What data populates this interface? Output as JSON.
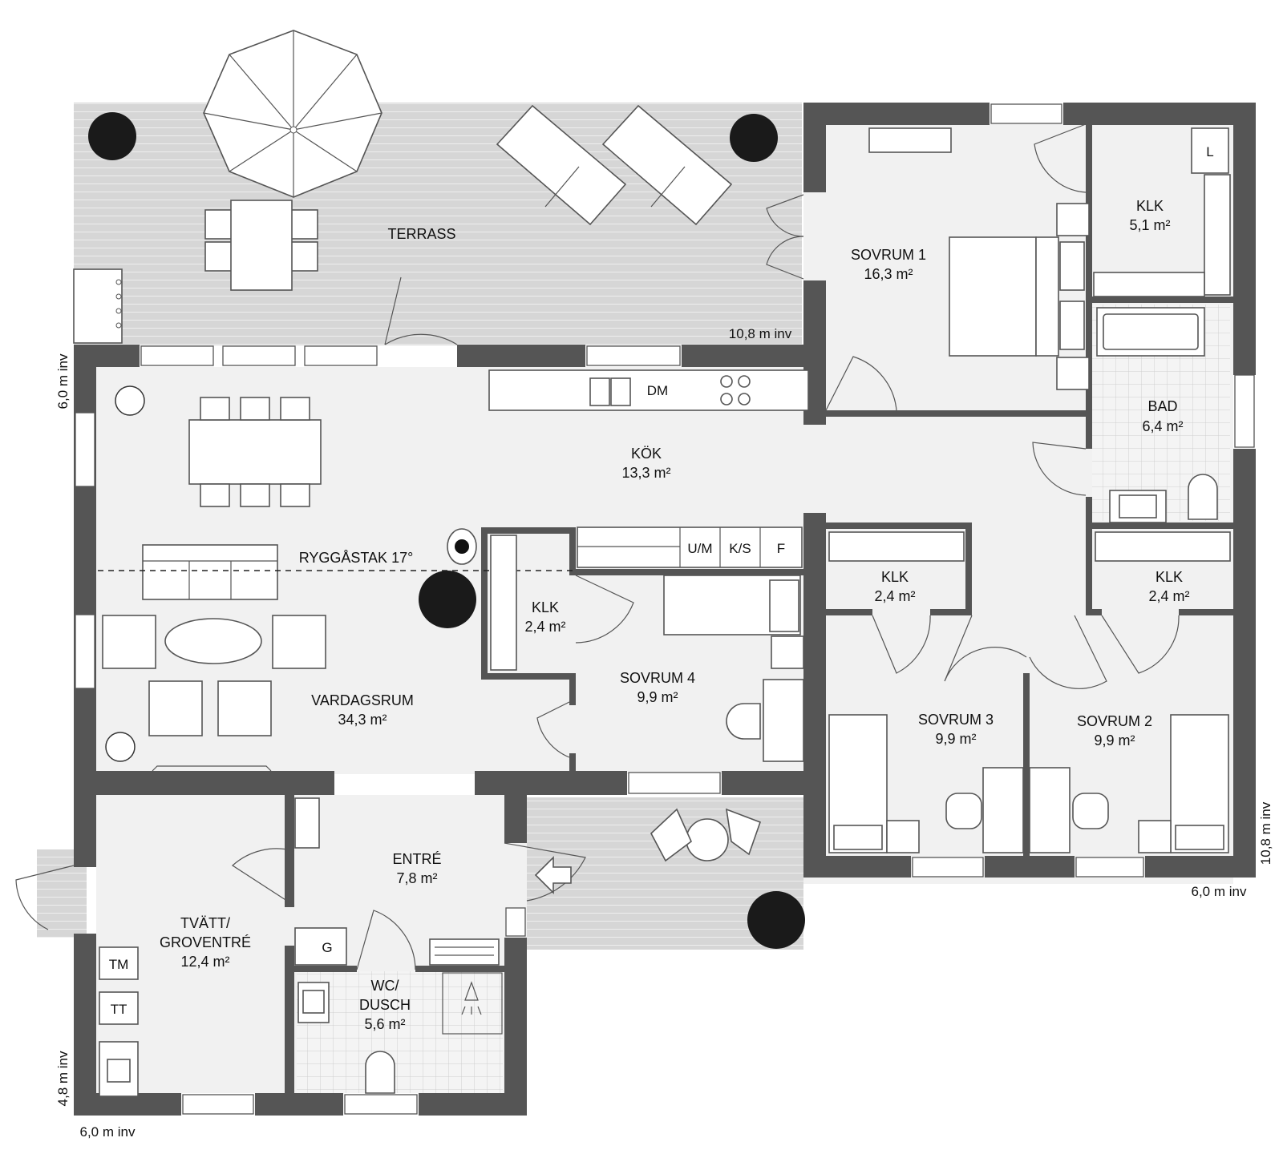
{
  "rooms": {
    "terrass": "TERRASS",
    "sovrum1": {
      "name": "SOVRUM 1",
      "area": "16,3 m²"
    },
    "klk_master": {
      "name": "KLK",
      "area": "5,1 m²"
    },
    "bad": {
      "name": "BAD",
      "area": "6,4 m²"
    },
    "kok": {
      "name": "KÖK",
      "area": "13,3 m²"
    },
    "ryggastak": "RYGGÅSTAK 17°",
    "klk_center": {
      "name": "KLK",
      "area": "2,4 m²"
    },
    "klk_s3": {
      "name": "KLK",
      "area": "2,4 m²"
    },
    "klk_s2": {
      "name": "KLK",
      "area": "2,4 m²"
    },
    "sovrum4": {
      "name": "SOVRUM 4",
      "area": "9,9 m²"
    },
    "vardagsrum": {
      "name": "VARDAGSRUM",
      "area": "34,3 m²"
    },
    "sovrum3": {
      "name": "SOVRUM 3",
      "area": "9,9 m²"
    },
    "sovrum2": {
      "name": "SOVRUM 2",
      "area": "9,9 m²"
    },
    "entre": {
      "name": "ENTRÉ",
      "area": "7,8 m²"
    },
    "tvatt": {
      "line1": "TVÄTT/",
      "line2": "GROVENTRÉ",
      "area": "12,4 m²"
    },
    "wc": {
      "line1": "WC/",
      "line2": "DUSCH",
      "area": "5,6 m²"
    }
  },
  "fixtures": {
    "dm": "DM",
    "um": "U/M",
    "ks": "K/S",
    "f": "F",
    "l": "L",
    "g": "G",
    "tm": "TM",
    "tt": "TT"
  },
  "dimensions": {
    "terrace_inner": "10,8 m inv",
    "left_upper": "6,0 m inv",
    "right": "10,8 m inv",
    "right_bottom": "6,0 m inv",
    "left_lower": "4,8 m inv",
    "bottom_left": "6,0 m inv"
  }
}
